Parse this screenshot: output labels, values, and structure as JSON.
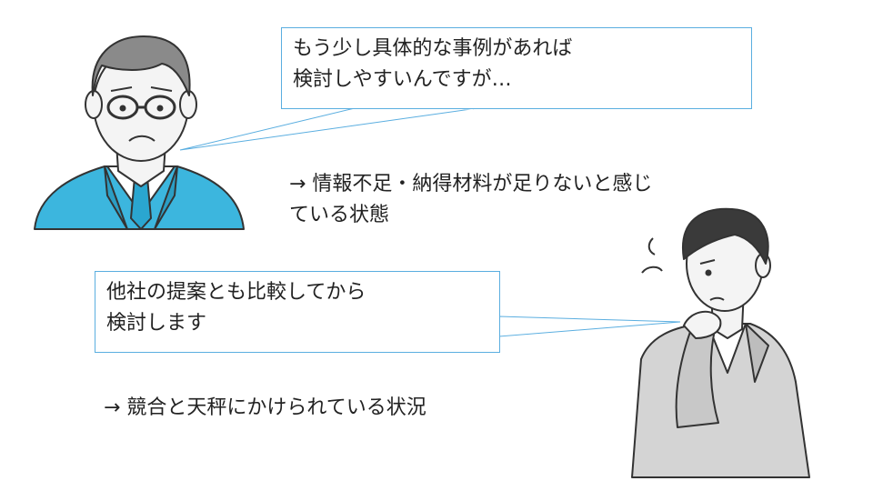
{
  "bubble1": {
    "lines": [
      "もう少し具体的な事例があれば",
      "検討しやすいんですが…"
    ]
  },
  "note1": {
    "lines": [
      "→ 情報不足・納得材料が足りないと感じ",
      "ている状態"
    ]
  },
  "bubble2": {
    "lines": [
      "他社の提案とも比較してから",
      "検討します"
    ]
  },
  "note2": {
    "lines": [
      "→ 競合と天秤にかけられている状況"
    ]
  },
  "colors": {
    "bubble_border": "#5aaee0",
    "suit_blue": "#3cb6de",
    "tie_blue": "#2aa6d0",
    "suit_gray": "#d4d4d4",
    "hair_gray": "#8a8a8a",
    "hair_dark": "#3a3a3a",
    "skin": "#f4f4f4"
  },
  "icons": [
    "older-man-illustration",
    "businessman-thinking-illustration"
  ]
}
